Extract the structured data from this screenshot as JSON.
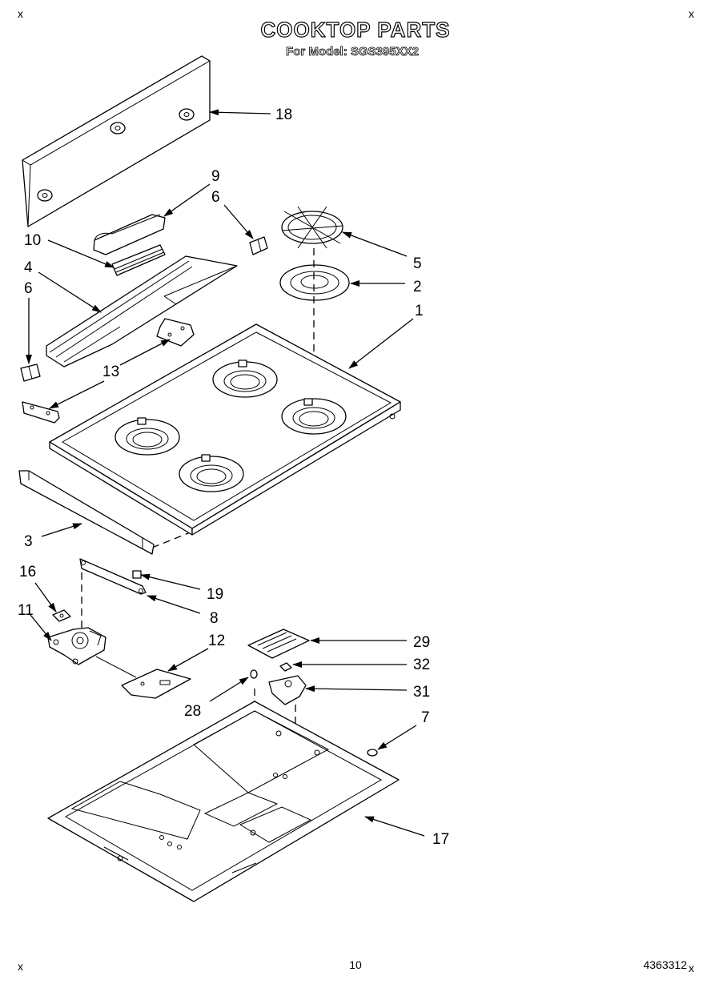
{
  "title": "COOKTOP PARTS",
  "subtitle": "For Model: SGS395XX2",
  "page_number": "10",
  "document_number": "4363312",
  "corner_marks": [
    "x",
    "x",
    "x",
    "x"
  ],
  "callouts": [
    "18",
    "9",
    "6",
    "10",
    "5",
    "4",
    "2",
    "6",
    "1",
    "13",
    "3",
    "16",
    "19",
    "11",
    "8",
    "12",
    "29",
    "32",
    "31",
    "28",
    "7",
    "17"
  ]
}
